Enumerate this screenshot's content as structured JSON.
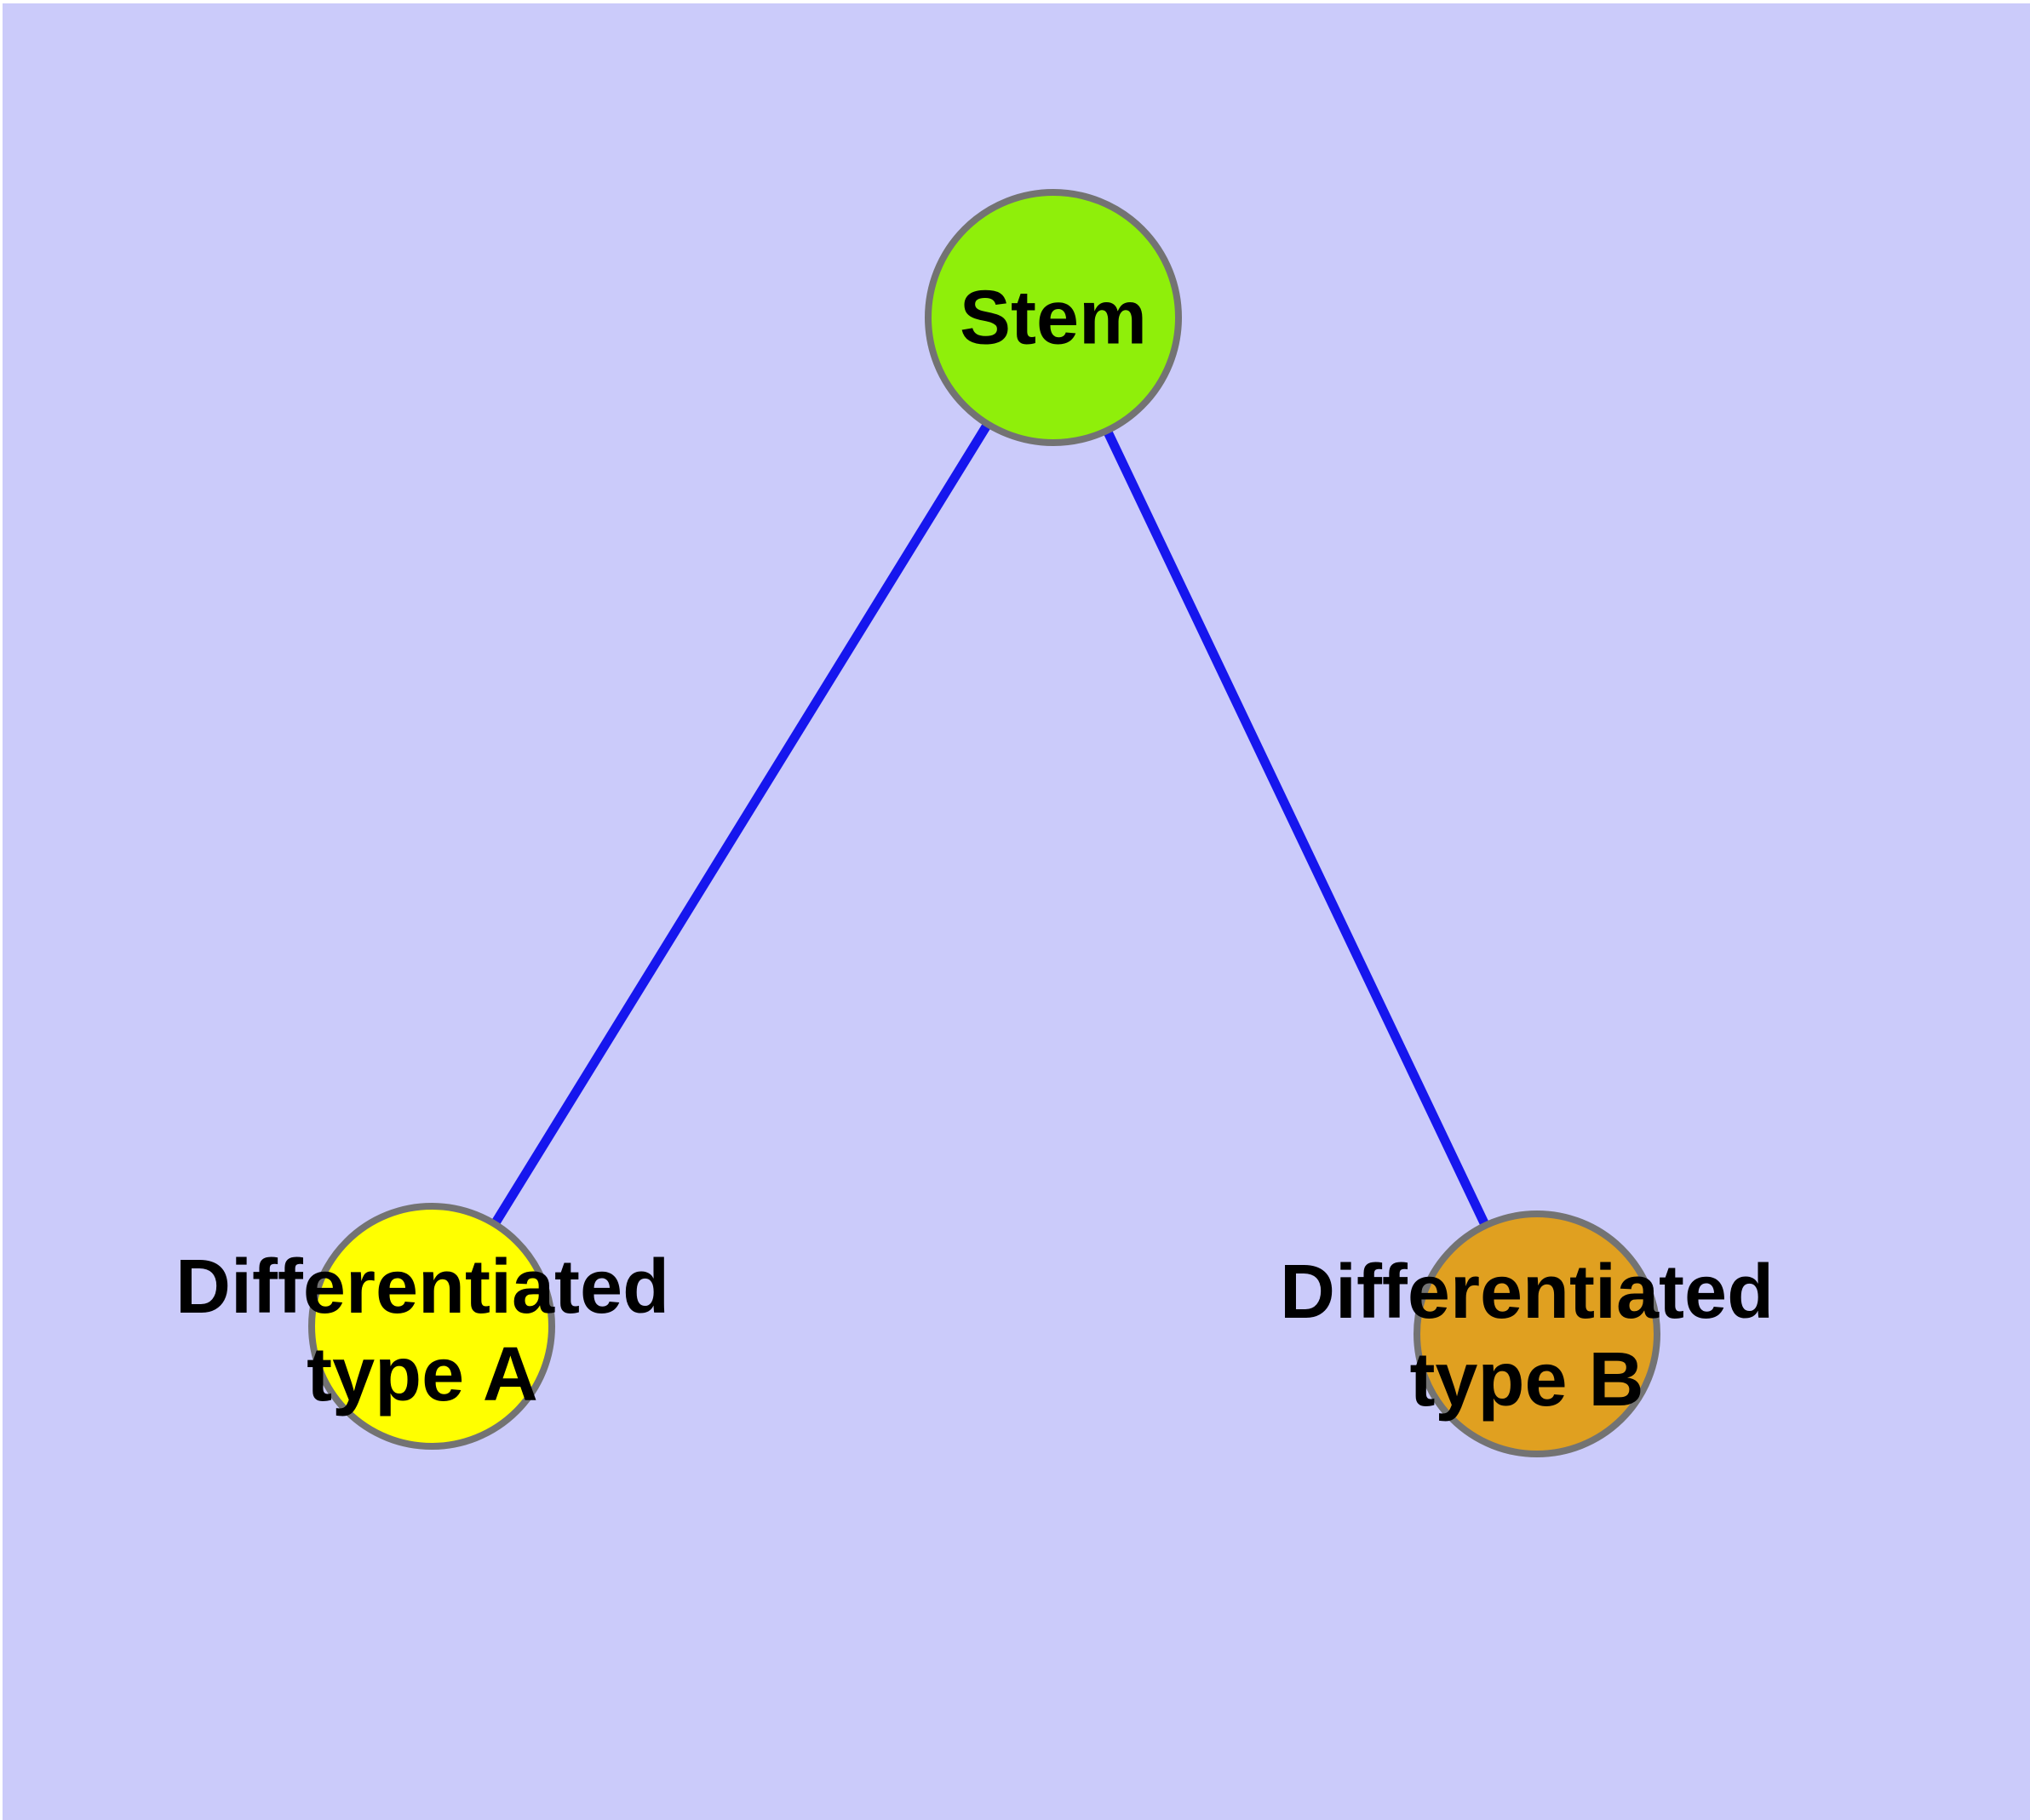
{
  "diagram": {
    "type": "graph",
    "background_color": "#CBCBFA",
    "page_margin_color": "#FFFFFF",
    "edge_color": "#1616EE",
    "node_border_color": "#737373",
    "label_color": "#000000",
    "nodes": {
      "stem": {
        "label": "Stem",
        "fill": "#8FEF0A"
      },
      "type_a": {
        "label_line1": "Differentiated",
        "label_line2": "type A",
        "fill": "#FFFF00"
      },
      "type_b": {
        "label_line1": "Differentiated",
        "label_line2": "type B",
        "fill": "#E0A020"
      }
    },
    "edges": [
      {
        "from": "Stem",
        "to": "Differentiated type A"
      },
      {
        "from": "Stem",
        "to": "Differentiated type B"
      }
    ]
  }
}
